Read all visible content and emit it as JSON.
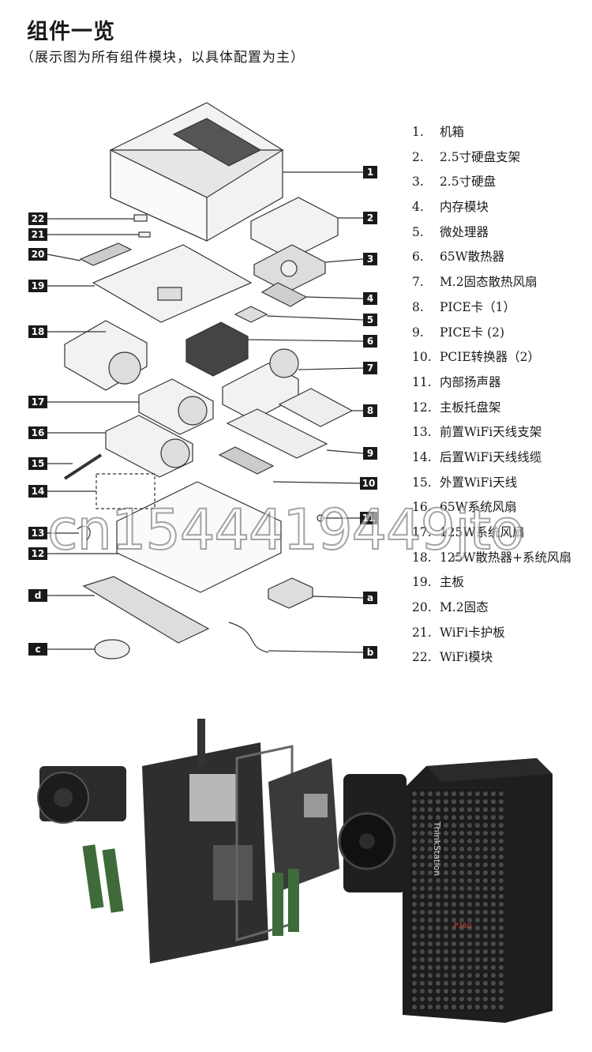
{
  "header": {
    "title": "组件一览",
    "subtitle": "（展示图为所有组件模块，以具体配置为主）"
  },
  "watermark": "cn1544419449jto",
  "callouts": {
    "right": [
      "1",
      "2",
      "3",
      "4",
      "5",
      "6",
      "7",
      "8",
      "9",
      "10",
      "11",
      "a",
      "b"
    ],
    "left": [
      "22",
      "21",
      "20",
      "19",
      "18",
      "17",
      "16",
      "15",
      "14",
      "13",
      "12",
      "d",
      "c"
    ]
  },
  "legend": [
    {
      "num": "1.",
      "text": "机箱"
    },
    {
      "num": "2.",
      "text": "2.5寸硬盘支架"
    },
    {
      "num": "3.",
      "text": "2.5寸硬盘"
    },
    {
      "num": "4.",
      "text": "内存模块"
    },
    {
      "num": "5.",
      "text": "微处理器"
    },
    {
      "num": "6.",
      "text": "65W散热器"
    },
    {
      "num": "7.",
      "text": "M.2固态散热风扇"
    },
    {
      "num": "8.",
      "text": "PICE卡（1）"
    },
    {
      "num": "9.",
      "text": "PICE卡 (2)"
    },
    {
      "num": "10.",
      "text": "PCIE转换器（2）"
    },
    {
      "num": "11.",
      "text": "内部扬声器"
    },
    {
      "num": "12.",
      "text": "主板托盘架"
    },
    {
      "num": "13.",
      "text": "前置WiFi天线支架"
    },
    {
      "num": "14.",
      "text": "后置WiFi天线线缆"
    },
    {
      "num": "15.",
      "text": "外置WiFi天线"
    },
    {
      "num": "16.",
      "text": "65W系统风扇"
    },
    {
      "num": "17.",
      "text": "125W系统风扇"
    },
    {
      "num": "18.",
      "text": "125W散热器+系统风扇"
    },
    {
      "num": "19.",
      "text": "主板"
    },
    {
      "num": "20.",
      "text": "M.2固态"
    },
    {
      "num": "21.",
      "text": "WiFi卡护板"
    },
    {
      "num": "22.",
      "text": "WiFi模块"
    }
  ],
  "photo": {
    "brand": "ThinkStation",
    "model": "P360"
  }
}
